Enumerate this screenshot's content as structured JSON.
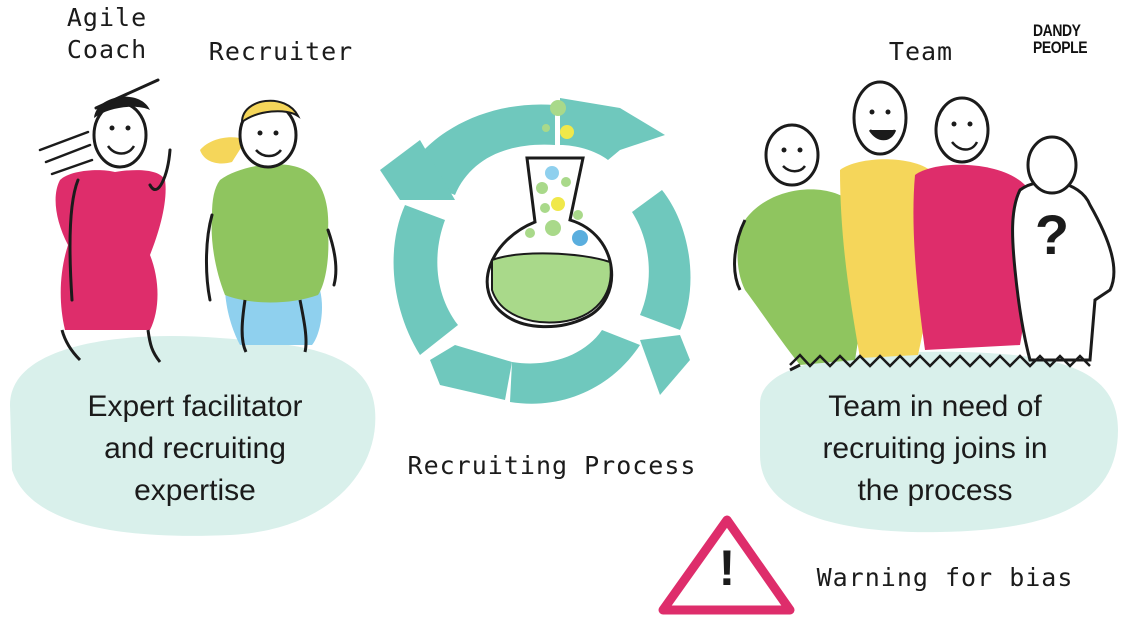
{
  "labels": {
    "agile_coach_line1": "Agile",
    "agile_coach_line2": "Coach",
    "recruiter": "Recruiter",
    "team": "Team",
    "process": "Recruiting Process",
    "warning": "Warning for bias"
  },
  "logo": {
    "line1": "DANDY",
    "line2": "PEOPLE"
  },
  "captions": {
    "left": [
      "Expert facilitator",
      "and recruiting",
      "expertise"
    ],
    "right": [
      "Team in need of",
      "recruiting joins in",
      "the process"
    ]
  },
  "team_unknown_symbol": "?",
  "warning_symbol": "!",
  "colors": {
    "pink": "#de2d6b",
    "green": "#8fc55f",
    "yellow": "#f5d65a",
    "blue": "#8fd0ee",
    "teal": "#6fc8bd",
    "mint": "#d9f0eb",
    "ink": "#1b1b1b"
  }
}
